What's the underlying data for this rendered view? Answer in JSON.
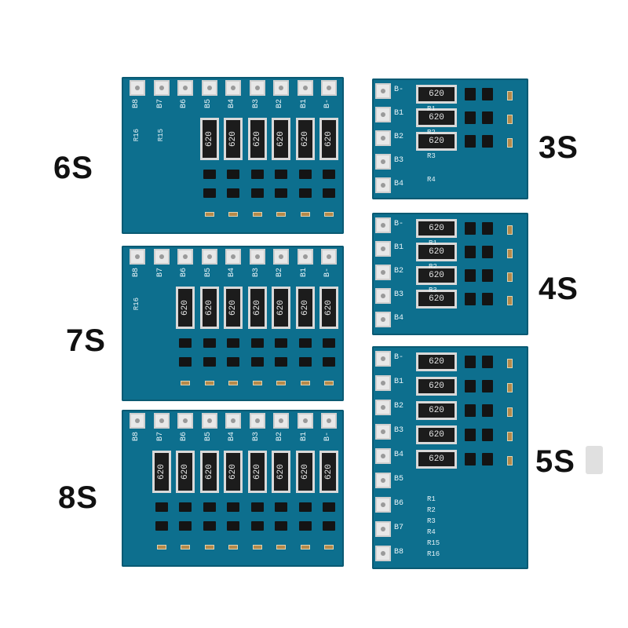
{
  "labels": {
    "s6": "6S",
    "s7": "7S",
    "s8": "8S",
    "s3": "3S",
    "s4": "4S",
    "s5": "5S"
  },
  "colors": {
    "board": "#0d6f8e",
    "silkscreen": "#e8f4f8",
    "pad": "#e8e8e8"
  },
  "boards": {
    "b6": {
      "pins": [
        "B8",
        "B7",
        "B6",
        "B5",
        "B4",
        "B3",
        "B2",
        "B1",
        "B-"
      ],
      "res_text": "620",
      "extra": [
        "R16",
        "R15"
      ]
    },
    "b7": {
      "pins": [
        "B8",
        "B7",
        "B6",
        "B5",
        "B4",
        "B3",
        "B2",
        "B1",
        "B-"
      ],
      "res_text": "620",
      "extra": [
        "R16"
      ]
    },
    "b8": {
      "pins": [
        "B8",
        "B7",
        "B6",
        "B5",
        "B4",
        "B3",
        "B2",
        "B1",
        "B-"
      ],
      "res_text": "620"
    },
    "b3": {
      "pins": [
        "B-",
        "B1",
        "B2",
        "B3",
        "B4"
      ],
      "res_text": "620",
      "extra": [
        "R1",
        "R2",
        "R3",
        "R4"
      ]
    },
    "b4": {
      "pins": [
        "B-",
        "B1",
        "B2",
        "B3",
        "B4"
      ],
      "res_text": "620",
      "extra": [
        "R1",
        "R2",
        "R3"
      ]
    },
    "b5": {
      "pins": [
        "B-",
        "B1",
        "B2",
        "B3",
        "B4",
        "B5",
        "B6",
        "B7",
        "B8"
      ],
      "res_text": "620",
      "extra": [
        "R1",
        "R2",
        "R3",
        "R4",
        "R15",
        "R16"
      ]
    }
  }
}
